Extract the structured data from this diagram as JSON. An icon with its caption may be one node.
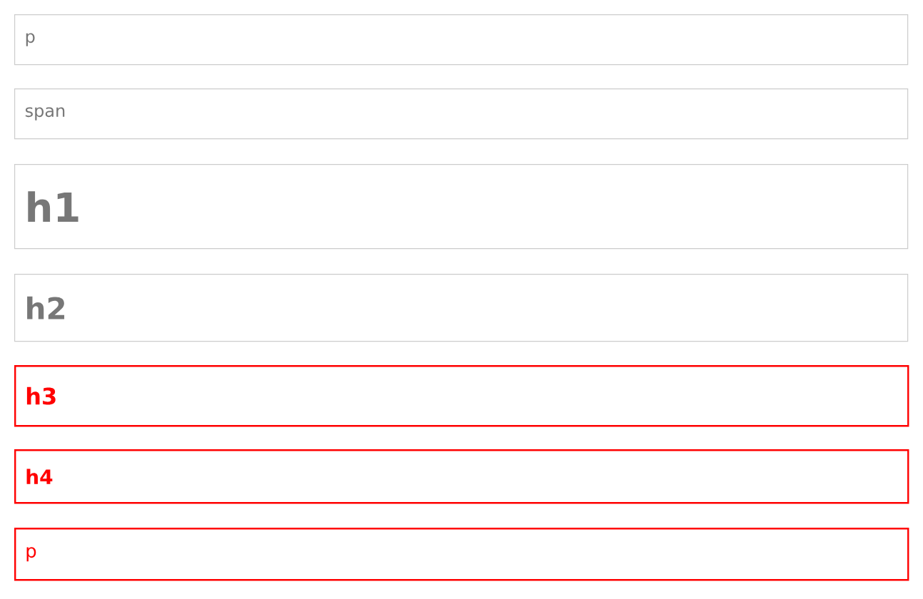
{
  "diagram": {
    "nodes": [
      {
        "text": [
          "p"
        ]
      },
      {
        "text": [
          "span"
        ]
      },
      {
        "text": [
          "h1"
        ]
      },
      {
        "text": [
          "h2"
        ]
      },
      {
        "text": [
          "h3"
        ]
      },
      {
        "text": [
          "h4"
        ]
      },
      {
        "text": [
          "p"
        ]
      }
    ]
  }
}
